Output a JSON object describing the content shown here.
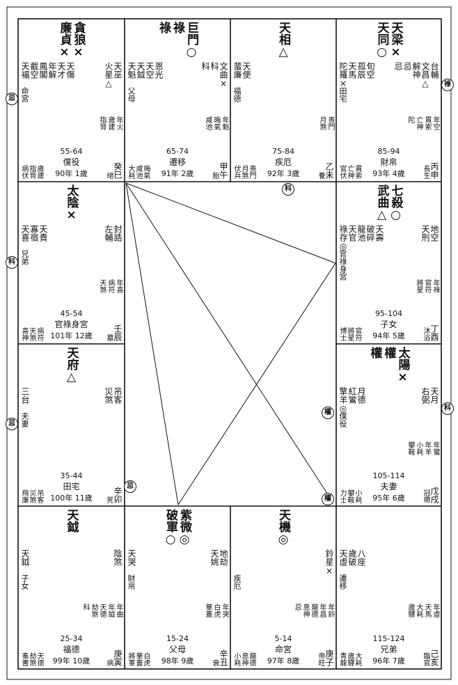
{
  "palaces": [
    {
      "id": "si",
      "main": [
        "貪狼×",
        "廉貞×"
      ],
      "left": [
        "天福",
        "截空",
        "鳳閣",
        "年解",
        "天才",
        "天傷"
      ],
      "right": [
        "天巫",
        "火星△"
      ],
      "palace": "命宮",
      "year_left": [],
      "year_right": [
        "年火",
        "歲建",
        "指背"
      ],
      "range": "55-64",
      "pname": "僕役",
      "age": "90年 1歲",
      "bl": [
        "病伏",
        "指背",
        "歲建"
      ],
      "br": [
        "絕",
        "癸巳"
      ]
    },
    {
      "id": "wu",
      "main": [
        "巨門○",
        "祿",
        "祿"
      ],
      "left": [
        "天魁",
        "天鉞",
        "天空",
        "恩光"
      ],
      "right": [
        "文曲×",
        "科",
        "科"
      ],
      "palace": "父母",
      "year_left": [],
      "year_right": [
        "年魁",
        "晦氣",
        "咸池"
      ],
      "range": "65-74",
      "pname": "遷移",
      "age": "91年 2歲",
      "bl": [
        "大耗",
        "咸池",
        "晦氣"
      ],
      "br": [
        "胎",
        "甲午"
      ]
    },
    {
      "id": "wei",
      "main": [
        "天相△"
      ],
      "left": [
        "蜚廉",
        "天使"
      ],
      "right": [],
      "palace": "福德",
      "year_left": [],
      "year_right": [
        "喪門",
        "月煞"
      ],
      "range": "75-84",
      "pname": "疾厄",
      "age": "92年 3歲",
      "bl": [
        "伏兵",
        "月煞",
        "喪門"
      ],
      "br": [
        "養",
        "乙未"
      ]
    },
    {
      "id": "shen",
      "main": [
        "天梁×",
        "天同○"
      ],
      "left": [
        "陀羅×",
        "天馬",
        "孤辰",
        "旬空"
      ],
      "right": [
        "台輔",
        "文昌△",
        "解神",
        "忌",
        "忌"
      ],
      "palace": "田宅",
      "year_left": [],
      "year_right": [
        "年空",
        "貫索",
        "亡神",
        "陀"
      ],
      "range": "85-94",
      "pname": "財帛",
      "age": "93年 4歲",
      "bl": [
        "官伏",
        "亡神",
        "貫索"
      ],
      "br": [
        "長生",
        "丙申"
      ]
    },
    {
      "id": "chen",
      "main": [
        "太陰×"
      ],
      "left": [
        "天喜",
        "寡宿",
        "天貴"
      ],
      "right": [
        "封誥",
        "左輔"
      ],
      "palace": "兄弟",
      "year_left": [],
      "year_right": [
        "年喜",
        "病符",
        "天煞"
      ],
      "range": "45-54",
      "pname": "官祿身宮",
      "age": "101年 12歲",
      "bl": [
        "喜神",
        "天煞",
        "病符"
      ],
      "br": [
        "墓",
        "壬辰"
      ]
    },
    {
      "id": "you",
      "main": [
        "七殺○",
        "武曲△"
      ],
      "left": [
        "祿存◎",
        "天官",
        "龍池",
        "破碎",
        "天壽"
      ],
      "right": [
        "地空",
        "天刑"
      ],
      "palace": "官祿身宮",
      "year_left": [],
      "year_right": [
        "年祿",
        "官符",
        "將星"
      ],
      "range": "95-104",
      "pname": "子女",
      "age": "94年 5歲",
      "bl": [
        "博士",
        "將星",
        "官符"
      ],
      "br": [
        "沐浴",
        "丁酉"
      ]
    },
    {
      "id": "mao",
      "main": [
        "天府△"
      ],
      "left": [
        "三台"
      ],
      "right": [
        "吊客",
        "災煞"
      ],
      "palace": "夫妻",
      "year_left": [],
      "year_right": [],
      "range": "35-44",
      "pname": "田宅",
      "age": "100年 11歲",
      "bl": [
        "飛廉",
        "災煞",
        "吊客"
      ],
      "br": [
        "死",
        "辛卯"
      ]
    },
    {
      "id": "xu",
      "main": [
        "太陽×",
        "權",
        "權"
      ],
      "left": [
        "擎羊◎",
        "紅鸞",
        "月德"
      ],
      "right": [
        "天月",
        "右弼"
      ],
      "palace": "僕役",
      "year_left": [],
      "year_right": [
        "年鸞",
        "年羊",
        "小耗",
        "攀鞍"
      ],
      "range": "105-114",
      "pname": "夫妻",
      "age": "95年 6歲",
      "bl": [
        "力士",
        "攀鞍",
        "小耗"
      ],
      "br": [
        "冠帶",
        "戊戌"
      ]
    },
    {
      "id": "yin",
      "main": [
        "天鉞"
      ],
      "left": [
        "天鉞"
      ],
      "right": [
        "陰煞"
      ],
      "palace": "子女",
      "year_left": [],
      "year_right": [
        "年曲",
        "年鉞",
        "天德",
        "劫煞",
        "科"
      ],
      "range": "25-34",
      "pname": "福德",
      "age": "99年 10歲",
      "bl": [
        "奏書",
        "劫煞",
        "天德"
      ],
      "br": [
        "病",
        "庚寅"
      ]
    },
    {
      "id": "chou",
      "main": [
        "紫微◎",
        "破軍○"
      ],
      "left": [
        "天哭"
      ],
      "right": [
        "地劫",
        "天姚"
      ],
      "palace": "財帛",
      "year_left": [],
      "year_right": [
        "年哭",
        "白虎",
        "華蓋"
      ],
      "range": "15-24",
      "pname": "父母",
      "age": "98年 9歲",
      "bl": [
        "將軍",
        "華蓋",
        "白虎"
      ],
      "br": [
        "衰",
        "辛丑"
      ]
    },
    {
      "id": "zi",
      "main": [
        "天機◎"
      ],
      "left": [],
      "right": [
        "鈴星×"
      ],
      "palace": "疾厄",
      "year_left": [],
      "year_right": [
        "年鈴",
        "年昌",
        "龍德",
        "息神",
        "忌"
      ],
      "range": "5-14",
      "pname": "命宮",
      "age": "97年 8歲",
      "bl": [
        "小耗",
        "息神",
        "龍德"
      ],
      "br": [
        "帝旺",
        "庚子"
      ]
    },
    {
      "id": "hai",
      "main": [],
      "left": [
        "天虛",
        "歲破",
        "八座"
      ],
      "right": [],
      "palace": "遷移",
      "year_left": [],
      "year_right": [
        "年虛",
        "天馬",
        "大耗",
        "歲驛"
      ],
      "range": "115-124",
      "pname": "兄弟",
      "age": "96年 7歲",
      "bl": [
        "青龍",
        "歲驛",
        "大耗"
      ],
      "br": [
        "臨官",
        "己亥"
      ]
    }
  ],
  "markers": {
    "ji": "忌",
    "ke": "科",
    "lu": "祿",
    "quan": "權"
  }
}
